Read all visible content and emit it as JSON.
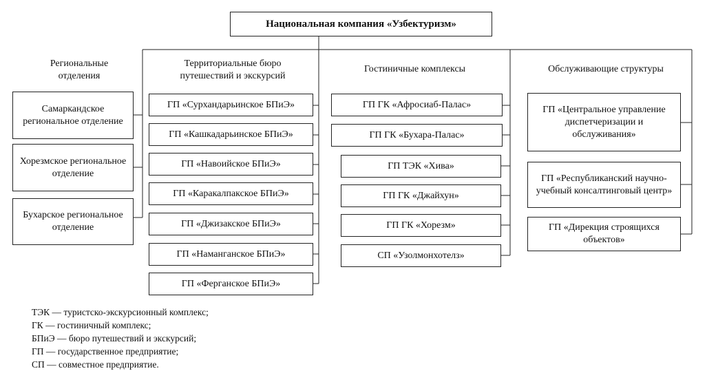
{
  "title": "Национальная компания «Узбектуризм»",
  "columns": {
    "regional": {
      "header": "Региональные отделения",
      "items": [
        "Самаркандское региональное отделение",
        "Хорезмское региональное отделение",
        "Бухарское региональное отделение"
      ]
    },
    "bureaus": {
      "header": "Территориальные бюро путешествий и экскурсий",
      "items": [
        "ГП «Сурхандарьинское БПиЭ»",
        "ГП «Кашкадарьинское БПиЭ»",
        "ГП «Навоийское  БПиЭ»",
        "ГП «Каракалпакское  БПиЭ»",
        "ГП «Джизакское БПиЭ»",
        "ГП «Наманганское БПиЭ»",
        "ГП «Ферганское БПиЭ»"
      ]
    },
    "hotels": {
      "header": "Гостиничные комплексы",
      "items": [
        "ГП ГК «Афросиаб-Палас»",
        "ГП ГК «Бухара-Палас»",
        "ГП ТЭК «Хива»",
        "ГП ГК «Джайхун»",
        "ГП ГК «Хорезм»",
        "СП «Узолмонхотелз»"
      ]
    },
    "service": {
      "header": "Обслуживающие структуры",
      "items": [
        "ГП «Центральное управление диспетчеризации и обслуживания»",
        "ГП «Республиканский научно-учебный консалтинговый центр»",
        "ГП «Дирекция строящихся объектов»"
      ]
    }
  },
  "legend": [
    "ТЭК — туристско-экскурсионный комплекс;",
    "ГК — гостиничный комплекс;",
    "БПиЭ — бюро путешествий и экскурсий;",
    "ГП — государственное предприятие;",
    "СП — совместное предприятие."
  ]
}
